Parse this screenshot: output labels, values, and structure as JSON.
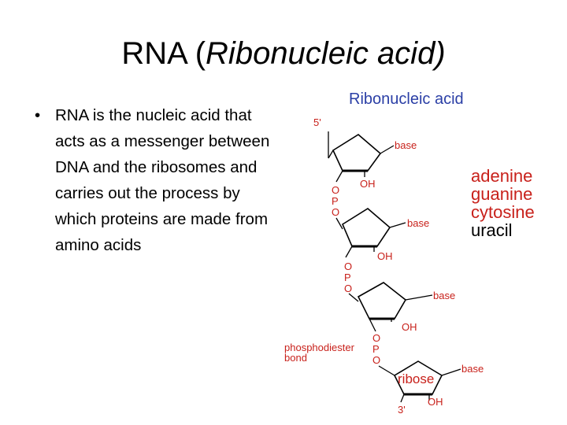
{
  "slide": {
    "title_plain": "RNA  (",
    "title_italic": "Ribonucleic acid)",
    "bullets": [
      "RNA is the nucleic acid that acts as a messenger between DNA and the ribosomes and carries out the process by which proteins are made from amino acids"
    ]
  },
  "figure": {
    "title": "Ribonucleic acid",
    "five_prime": "5'",
    "three_prime": "3'",
    "base_label": "base",
    "oh_label": "OH",
    "phosphate_letters": [
      "O",
      "P",
      "O"
    ],
    "phosphodiester_line1": "phosphodiester",
    "phosphodiester_line2": "bond",
    "ribose_label": "ribose",
    "bases": [
      {
        "name": "adenine",
        "color": "#c8211b"
      },
      {
        "name": "guanine",
        "color": "#c8211b"
      },
      {
        "name": "cytosine",
        "color": "#c8211b"
      },
      {
        "name": "uracil",
        "color": "#000000"
      }
    ]
  },
  "colors": {
    "title_blue": "#2b3fa6",
    "label_red": "#c8211b"
  }
}
